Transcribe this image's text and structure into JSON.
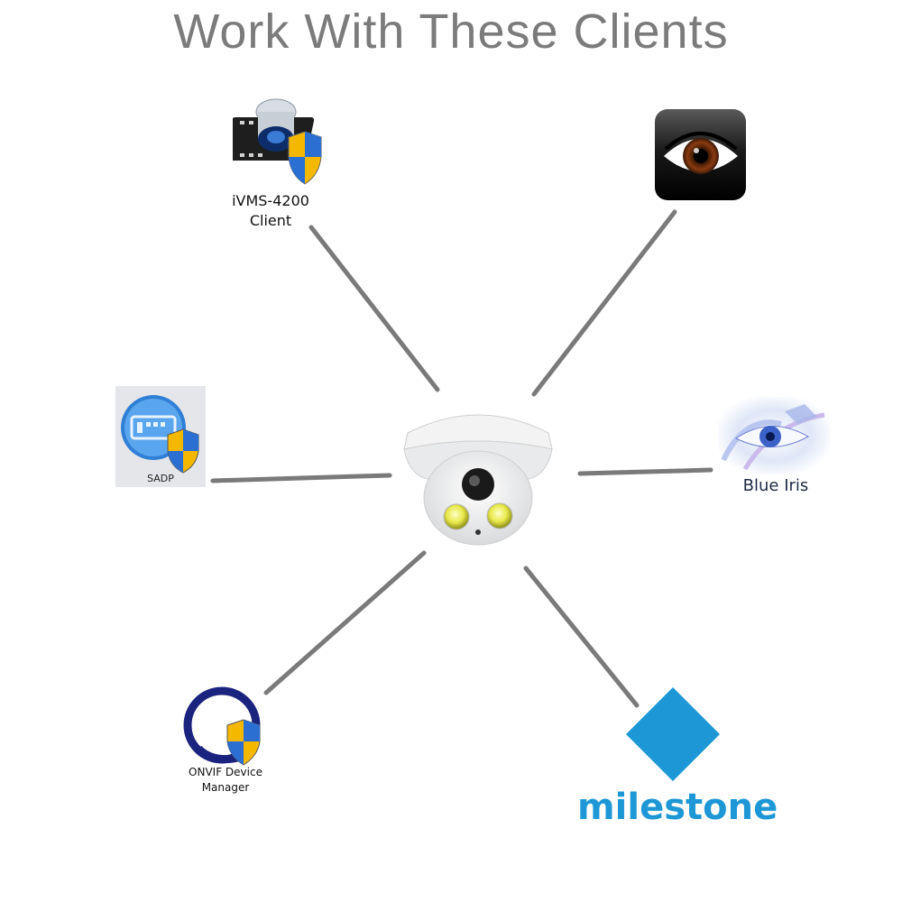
{
  "title": "Work With These Clients",
  "center": {
    "device": "dome-camera"
  },
  "clients": {
    "ivms": {
      "label_line1": "iVMS-4200",
      "label_line2": "Client",
      "icon": "ivms-camera-shield-icon"
    },
    "eye_app": {
      "icon": "eye-app-icon"
    },
    "sadp": {
      "label": "SADP",
      "icon": "sadp-shield-icon"
    },
    "blue_iris": {
      "label": "Blue Iris",
      "icon": "blue-iris-eye-icon"
    },
    "onvif": {
      "label_line1": "ONVIF Device",
      "label_line2": "Manager",
      "icon": "onvif-q-shield-icon"
    },
    "milestone": {
      "label": "milestone",
      "icon": "milestone-diamond-icon"
    }
  },
  "colors": {
    "title": "#7b7b7b",
    "connector": "#7a7a7a",
    "milestone_blue": "#1e97d6",
    "shield_blue": "#2a6fd1",
    "shield_yellow": "#f5b800"
  }
}
